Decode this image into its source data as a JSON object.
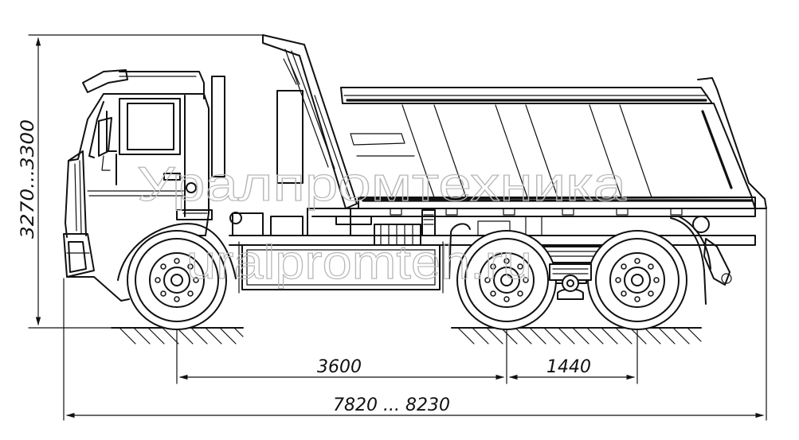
{
  "diagram": {
    "title": "",
    "watermark": {
      "line1": "Уралпромтехника",
      "line2": "uralpromteh.ru"
    },
    "dimensions": {
      "height": "3270...3300",
      "wheelbase_front": "3600",
      "wheelbase_rear": "1440",
      "overall_length": "7820 ... 8230"
    }
  }
}
